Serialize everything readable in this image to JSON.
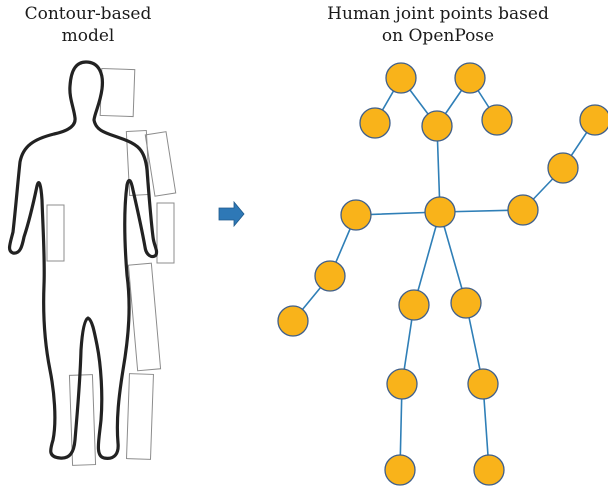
{
  "captions": {
    "left_line1": "Contour-based",
    "left_line2": "model",
    "right_line1": "Human joint points based",
    "right_line2": "on OpenPose"
  },
  "colors": {
    "joint_fill": "#F9B31A",
    "joint_stroke": "#3F5F8B",
    "bone": "#2F7FB7",
    "arrow": "#2E78B6",
    "contour": "#222222",
    "box": "#8c8c8c"
  },
  "icons": {
    "arrow": "right-arrow-icon"
  }
}
